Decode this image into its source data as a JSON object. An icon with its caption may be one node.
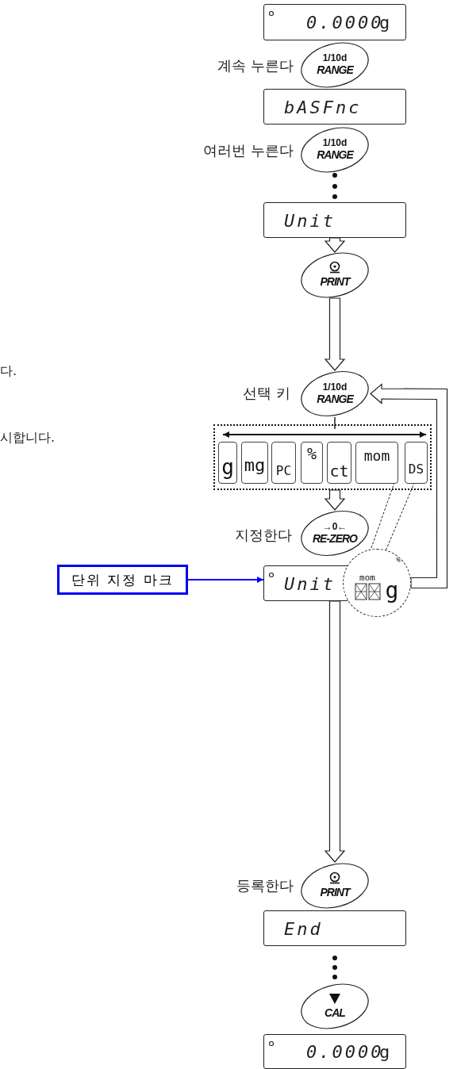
{
  "diagram": {
    "nodes": [
      {
        "text": [
          "0.0000",
          "g"
        ]
      },
      {
        "text": [
          "1/10d",
          "RANGE"
        ],
        "beside": [
          "계속 누른다"
        ]
      },
      {
        "text": [
          "bASFnc"
        ]
      },
      {
        "text": [
          "1/10d",
          "RANGE"
        ],
        "beside": [
          "여러번 누른다"
        ]
      },
      {
        "text": [
          "Unit"
        ]
      },
      {
        "text": [
          "PRINT"
        ]
      },
      {
        "text": [
          "1/10d",
          "RANGE"
        ],
        "beside": [
          "선택 키"
        ]
      },
      {
        "text": [],
        "shape": "box"
      },
      {
        "text": [
          "g"
        ],
        "in": 7
      },
      {
        "text": [
          "mg"
        ],
        "in": 7
      },
      {
        "text": [
          "PC"
        ],
        "in": 7
      },
      {
        "text": [
          "%"
        ],
        "in": 7
      },
      {
        "text": [
          "ct"
        ],
        "in": 7
      },
      {
        "text": [
          "mom"
        ],
        "in": 7
      },
      {
        "text": [
          "DS"
        ],
        "in": 7
      },
      {
        "text": [
          "→0←",
          "RE-ZERO"
        ],
        "beside": [
          "지정한다"
        ]
      },
      {
        "text": [
          "단위 지정 마크"
        ]
      },
      {
        "text": [
          "Unit"
        ]
      },
      {
        "text": [
          "%",
          "mom",
          "g"
        ]
      },
      {
        "text": [
          "PRINT"
        ],
        "beside": [
          "등록한다"
        ]
      },
      {
        "text": [
          "End"
        ]
      },
      {
        "text": [
          "CAL"
        ]
      },
      {
        "text": [
          "0.0000",
          "g"
        ]
      },
      {
        "text": [],
        "shape": "bar",
        "in": 7
      }
    ],
    "edges": [
      {
        "from": 4,
        "to": 5,
        "arrow": "to",
        "style": "thick"
      },
      {
        "from": 5,
        "to": 6,
        "arrow": "to",
        "style": "thick"
      },
      {
        "from": 6,
        "to": 23,
        "arrow": "none"
      },
      {
        "from": 7,
        "to": 15,
        "arrow": "to",
        "style": "thick"
      },
      {
        "from": 18,
        "to": 6,
        "arrow": "to",
        "style": "thick"
      },
      {
        "from": 16,
        "to": 17,
        "arrow": "to",
        "color": "#0000ff"
      },
      {
        "from": 13,
        "to": 18,
        "arrow": "none",
        "style": "dashed"
      },
      {
        "from": 14,
        "to": 18,
        "arrow": "none",
        "style": "dashed"
      },
      {
        "from": 17,
        "to": 19,
        "arrow": "to",
        "style": "thick"
      }
    ],
    "labels": [
      "다.",
      "시합니다."
    ]
  }
}
